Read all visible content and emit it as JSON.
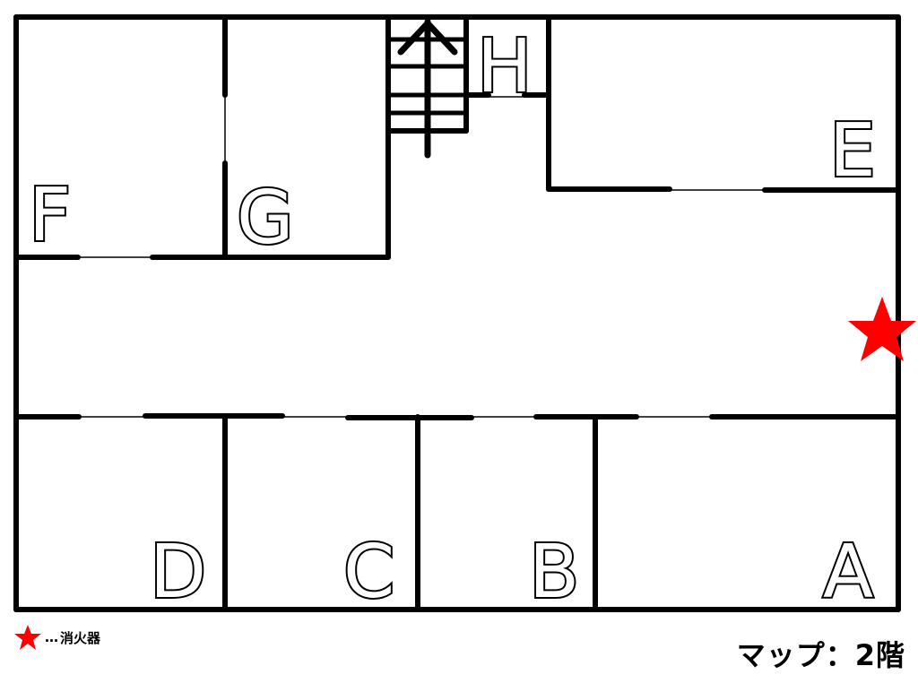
{
  "map": {
    "title": "マップ：2階",
    "legend": {
      "symbol": "star-icon",
      "symbol_color": "#ff0000",
      "separator": "…",
      "label": "消火器"
    },
    "rooms": [
      {
        "id": "A",
        "label": "A"
      },
      {
        "id": "B",
        "label": "B"
      },
      {
        "id": "C",
        "label": "C"
      },
      {
        "id": "D",
        "label": "D"
      },
      {
        "id": "E",
        "label": "E"
      },
      {
        "id": "F",
        "label": "F"
      },
      {
        "id": "G",
        "label": "G"
      },
      {
        "id": "H",
        "label": "H"
      }
    ],
    "markers": [
      {
        "type": "fire-extinguisher",
        "color": "#ff0000",
        "location": "corridor east wall"
      }
    ],
    "stairs": {
      "direction": "up"
    }
  }
}
